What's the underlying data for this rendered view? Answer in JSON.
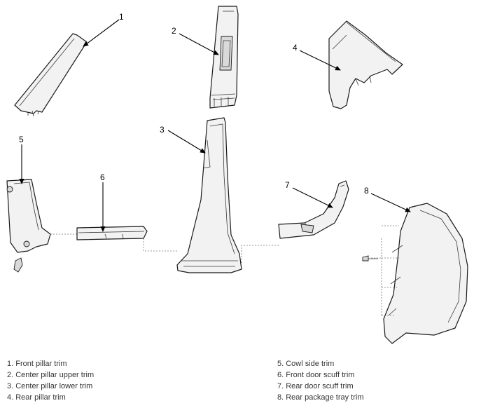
{
  "callouts": [
    "1",
    "2",
    "3",
    "4",
    "5",
    "6",
    "7",
    "8"
  ],
  "legend": {
    "left": [
      "1. Front pillar trim",
      "2. Center pillar upper trim",
      "3. Center pillar lower trim",
      "4. Rear pillar trim"
    ],
    "right": [
      "5. Cowl side trim",
      "6. Front door scuff trim",
      "7. Rear door scuff trim",
      "8. Rear package tray trim"
    ]
  }
}
